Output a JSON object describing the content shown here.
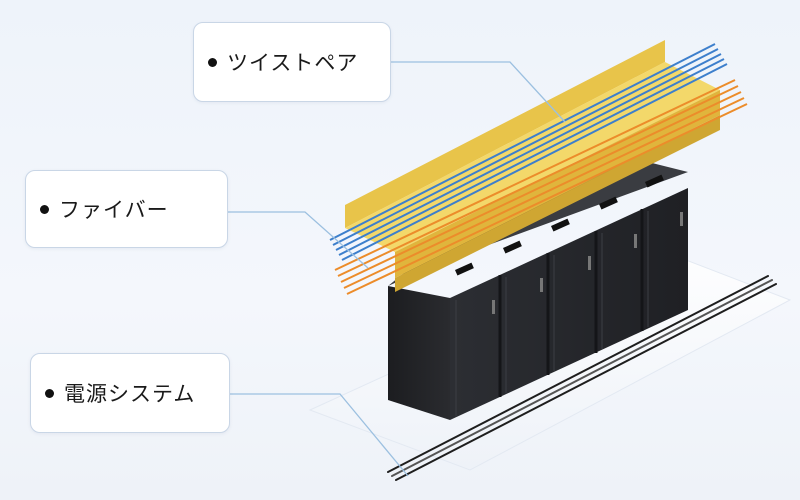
{
  "labels": {
    "twisted_pair": "ツイストペア",
    "fiber": "ファイバー",
    "power_system": "電源システム"
  },
  "colors": {
    "tray_yellow": "#e8c44a",
    "tray_yellow_dark": "#cfa632",
    "twisted_pair_cable": "#3d7fcc",
    "fiber_cable": "#ec8c2a",
    "rack_body": "#2a2c30",
    "power_cable": "#222222",
    "leader_line": "#9cc0e0"
  },
  "icons": {
    "bullet": "bullet-dot-icon"
  }
}
